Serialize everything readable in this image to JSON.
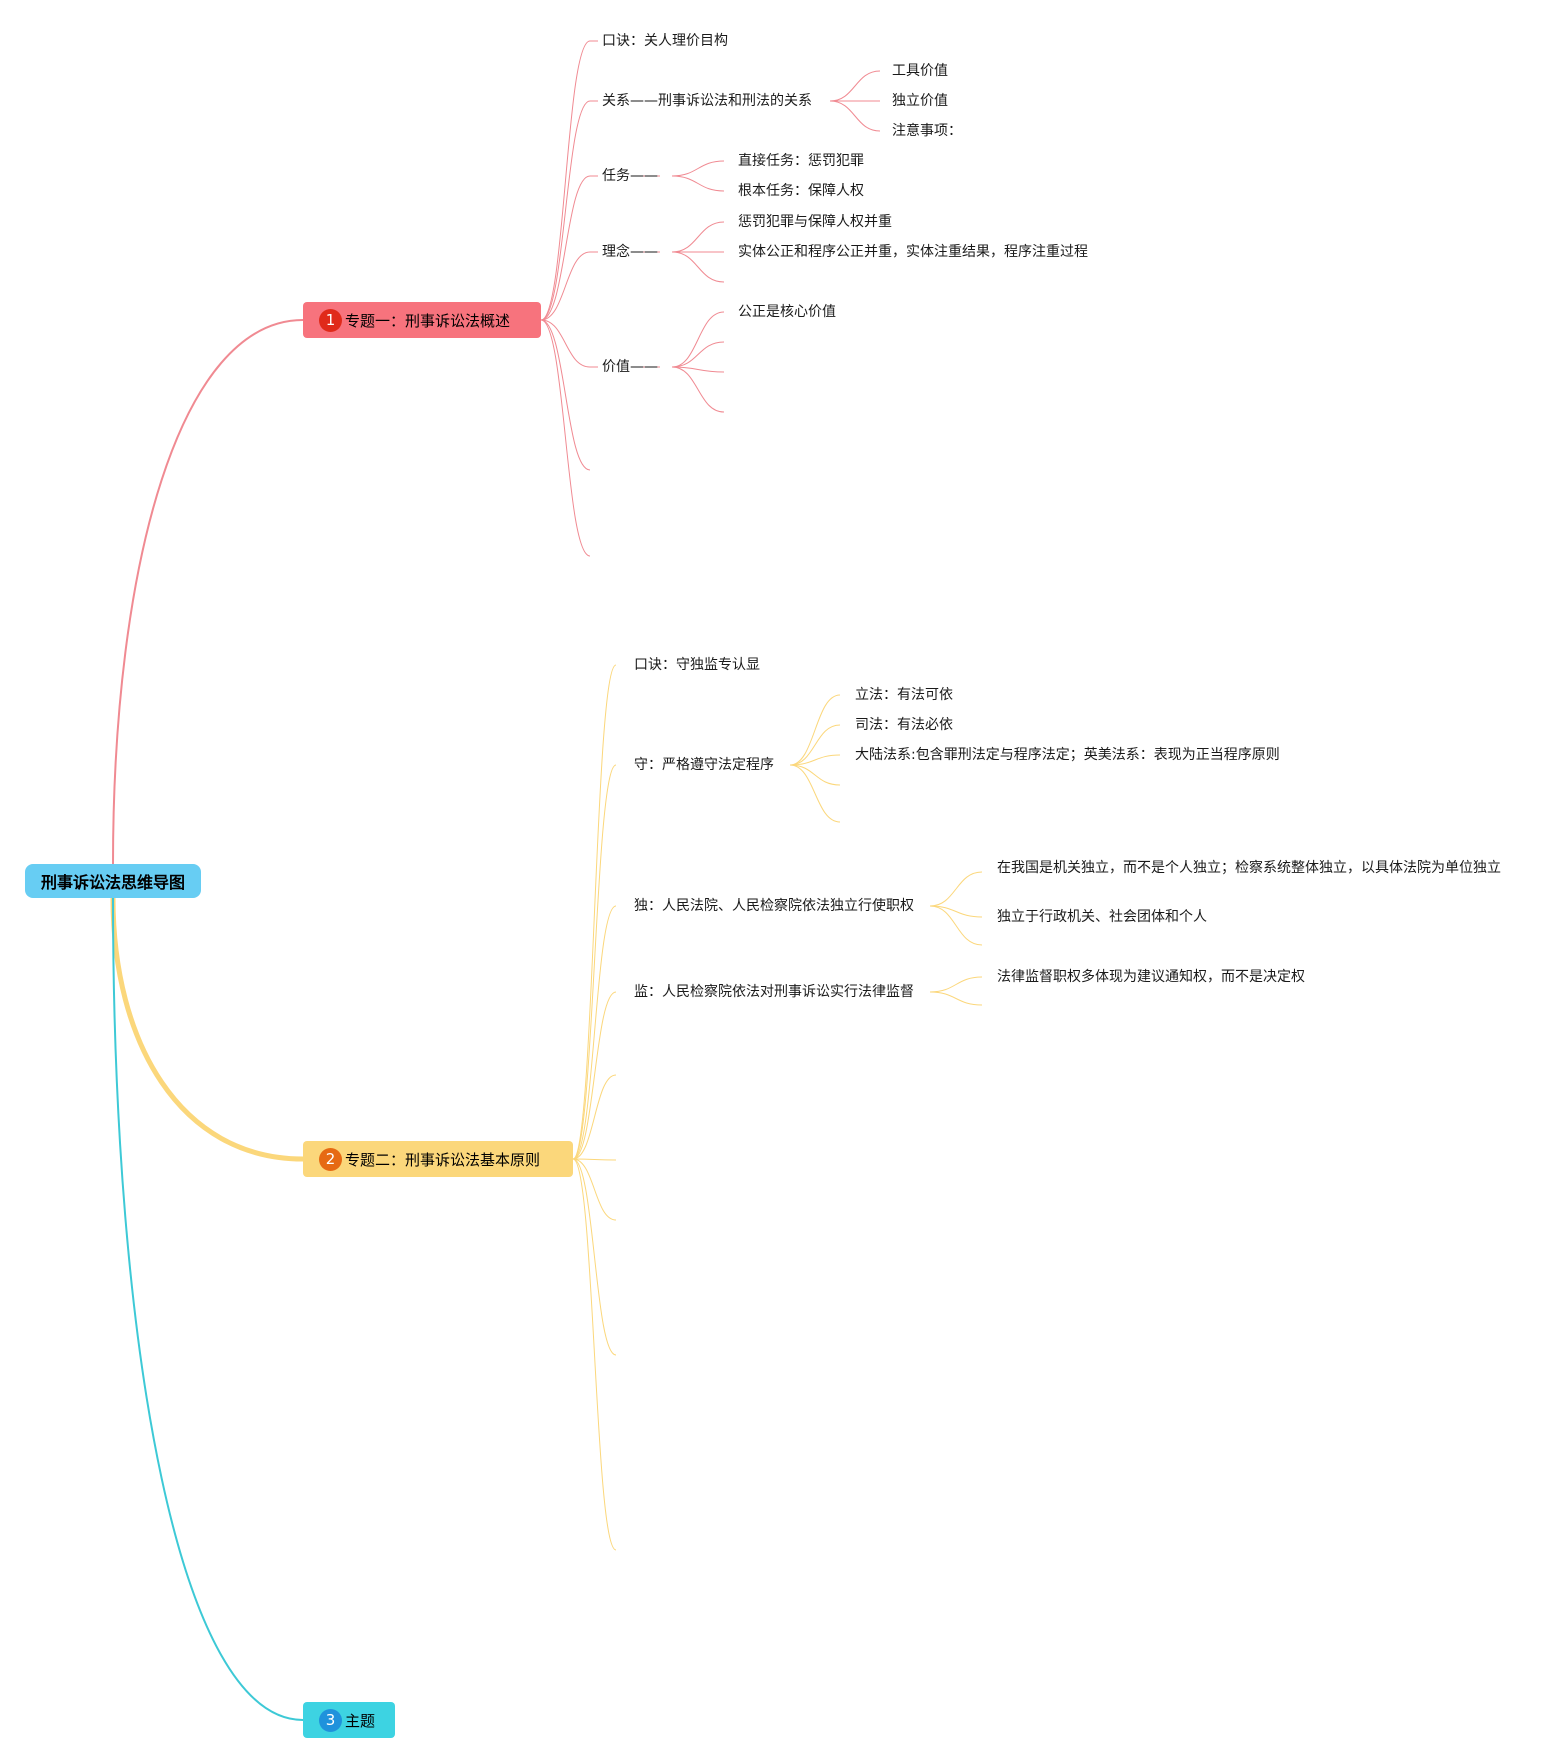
{
  "root": {
    "label": "刑事诉讼法思维导图"
  },
  "topics": [
    {
      "badge": "1",
      "label": "专题一：刑事诉讼法概述",
      "children": {
        "kouj": "口诀：关人理价目构",
        "guanxi": "关系——刑事诉讼法和刑法的关系",
        "guanxi_children": [
          "工具价值",
          "独立价值",
          "注意事项："
        ],
        "renwu": "任务——",
        "renwu_children": [
          "直接任务：惩罚犯罪",
          "根本任务：保障人权"
        ],
        "linian": "理念——",
        "linian_children": [
          "惩罚犯罪与保障人权并重",
          "实体公正和程序公正并重，实体注重结果，程序注重过程"
        ],
        "jiazhi": "价值——",
        "jiazhi_children": [
          "公正是核心价值"
        ]
      }
    },
    {
      "badge": "2",
      "label": "专题二：刑事诉讼法基本原则",
      "children": {
        "kouj": "口诀：守独监专认显",
        "shou": "守：严格遵守法定程序",
        "shou_children": [
          "立法：有法可依",
          "司法：有法必依",
          "大陆法系:包含罪刑法定与程序法定；英美法系：表现为正当程序原则"
        ],
        "du": "独：人民法院、人民检察院依法独立行使职权",
        "du_children": [
          "在我国是机关独立，而不是个人独立；检察系统整体独立，以具体法院为单位独立",
          "独立于行政机关、社会团体和个人"
        ],
        "jian": "监：人民检察院依法对刑事诉讼实行法律监督",
        "jian_children": [
          "法律监督职权多体现为建议通知权，而不是决定权"
        ]
      }
    },
    {
      "badge": "3",
      "label": "主题"
    }
  ],
  "colors": {
    "root": "#67cdf3",
    "topic1": "#f7737d",
    "topic2": "#fbd77b",
    "topic3": "#3dd3e2",
    "line1": "#f08a92",
    "line2": "#fbd77b",
    "line3": "#3dc9d6"
  }
}
